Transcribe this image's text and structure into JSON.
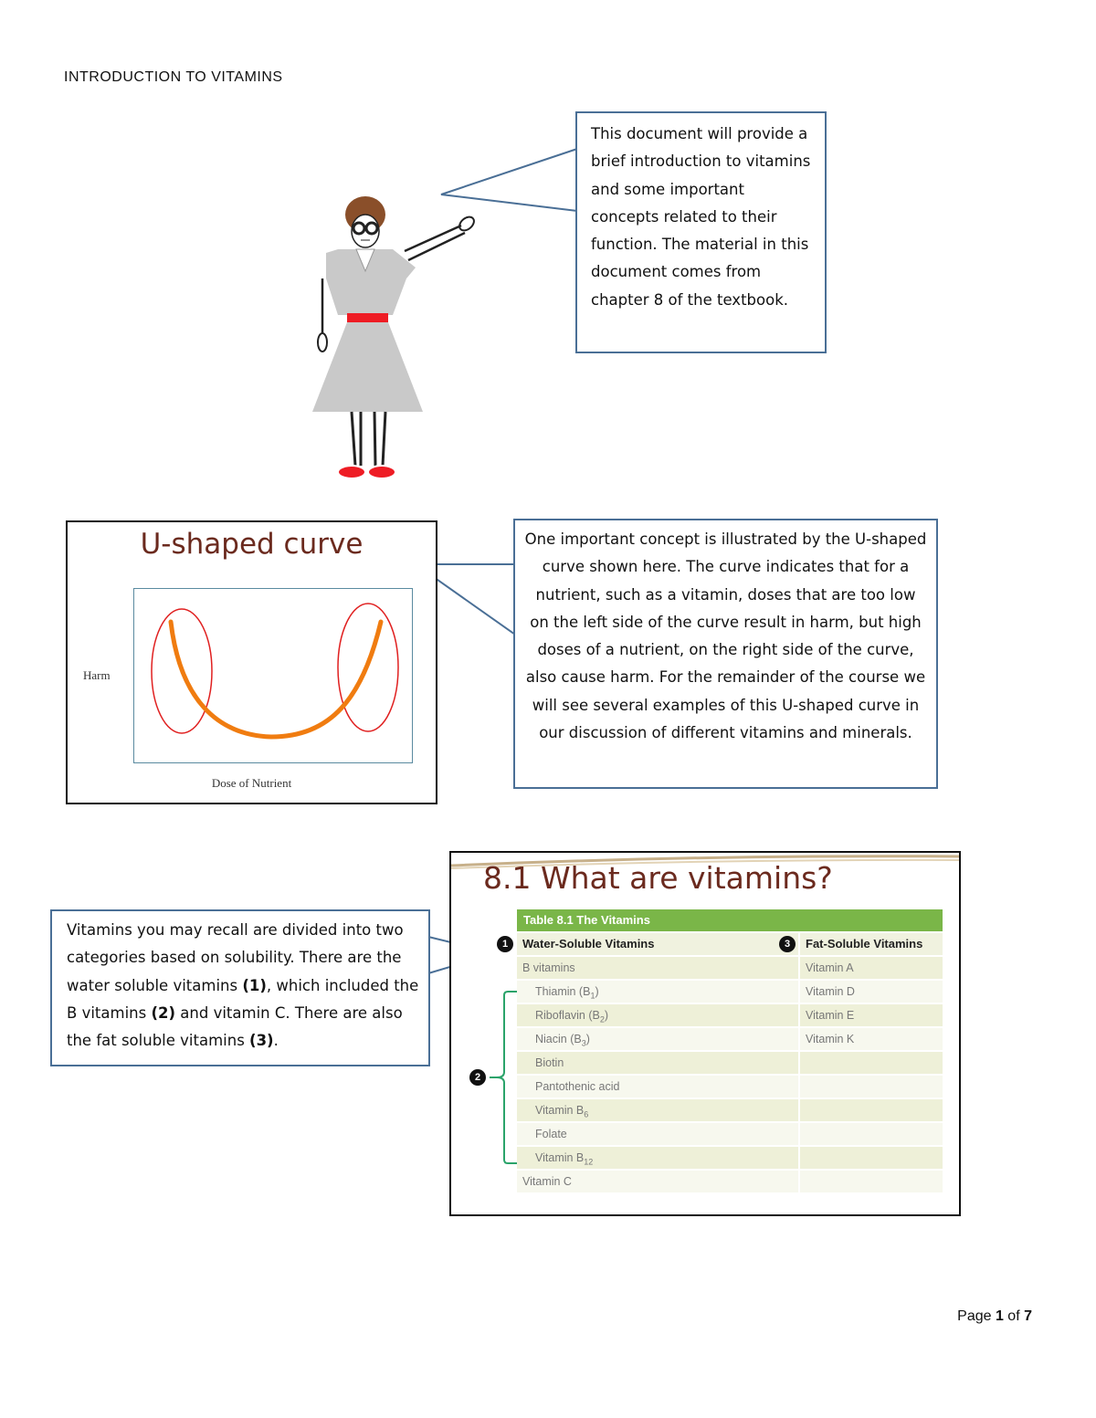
{
  "header": {
    "title": "INTRODUCTION TO VITAMINS"
  },
  "callouts": {
    "intro": "This document will provide a brief introduction to vitamins and some important concepts related to their function.  The material in this document comes from chapter 8 of the textbook.",
    "ucurve": "One important concept is illustrated by the U-shaped curve shown here.  The curve indicates that for a nutrient, such as a vitamin, doses that are too low on the left side of the curve result in harm, but high doses of a nutrient, on the right side of the curve, also cause harm.  For the remainder of the course we will see several examples of this U-shaped curve in our discussion of different vitamins and minerals.",
    "vitamins_intro": "Vitamins you may recall are divided into two categories based on solubility.  There are the water soluble vitamins ",
    "vitamins_n1": "(1)",
    "vitamins_mid1": ", which included the B vitamins ",
    "vitamins_n2": "(2)",
    "vitamins_mid2": " and vitamin C.  There are also the fat soluble vitamins ",
    "vitamins_n3": "(3)",
    "vitamins_end": "."
  },
  "ucurve_figure": {
    "title": "U-shaped curve",
    "ylabel": "Harm",
    "xlabel": "Dose of Nutrient",
    "colors": {
      "curve": "#f07c10",
      "ellipse": "#e02020",
      "title": "#6b2a1e"
    }
  },
  "vitamins_slide": {
    "title": "8.1 What are vitamins?",
    "table_caption": "Table 8.1  The Vitamins",
    "badges": [
      "1",
      "2",
      "3"
    ],
    "water_soluble_header": "Water-Soluble Vitamins",
    "fat_soluble_header": "Fat-Soluble Vitamins",
    "water_soluble": [
      {
        "name": "B vitamins",
        "sub": ""
      },
      {
        "name": "Thiamin (B",
        "sub": "1",
        "suffix": ")"
      },
      {
        "name": "Riboflavin (B",
        "sub": "2",
        "suffix": ")"
      },
      {
        "name": "Niacin (B",
        "sub": "3",
        "suffix": ")"
      },
      {
        "name": "Biotin",
        "sub": ""
      },
      {
        "name": "Pantothenic acid",
        "sub": ""
      },
      {
        "name": "Vitamin B",
        "sub": "6"
      },
      {
        "name": "Folate",
        "sub": ""
      },
      {
        "name": "Vitamin B",
        "sub": "12"
      },
      {
        "name": "Vitamin C",
        "sub": ""
      }
    ],
    "fat_soluble": [
      "Vitamin A",
      "Vitamin D",
      "Vitamin E",
      "Vitamin K"
    ],
    "colors": {
      "header_bg": "#7ab648",
      "stripe": "#eef0d8",
      "bracket": "#2aa36a"
    }
  },
  "footer": {
    "page_label": "Page ",
    "page_num": "1",
    "of_label": " of ",
    "page_total": "7"
  }
}
